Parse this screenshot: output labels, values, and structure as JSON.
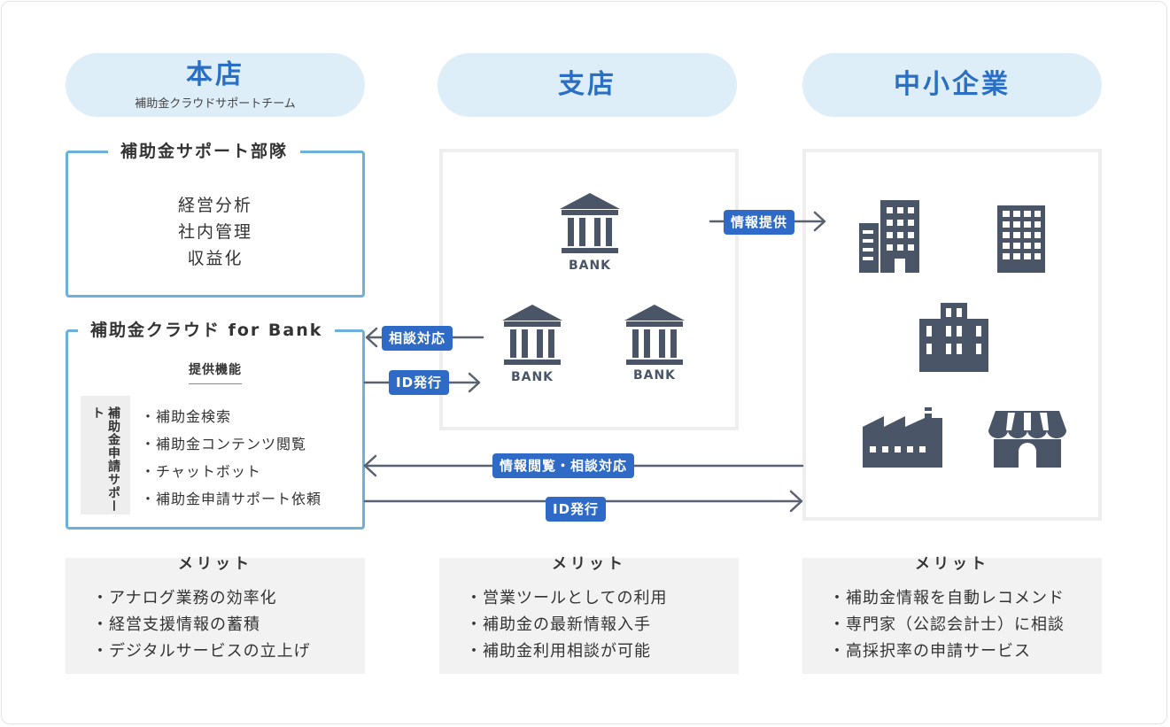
{
  "columns": {
    "honten": {
      "title": "本店",
      "subtitle": "補助金クラウドサポートチーム"
    },
    "shiten": {
      "title": "支店"
    },
    "chusho": {
      "title": "中小企業"
    }
  },
  "support_team": {
    "title": "補助金サポート部隊",
    "items": [
      "経営分析",
      "社内管理",
      "収益化"
    ]
  },
  "cloud": {
    "title": "補助金クラウド for Bank",
    "features_heading": "提供機能",
    "side_label": "補助金申請サポート",
    "features": [
      "補助金検索",
      "補助金コンテンツ閲覧",
      "チャットボット",
      "補助金申請サポート依頼"
    ]
  },
  "tags": {
    "info_provide": "情報提供",
    "consult": "相談対応",
    "id_issue_1": "ID発行",
    "view_consult": "情報閲覧・相談対応",
    "id_issue_2": "ID発行"
  },
  "bank_label": "BANK",
  "merits": {
    "heading": "メリット",
    "honten": [
      "アナログ業務の効率化",
      "経営支援情報の蓄積",
      "デジタルサービスの立上げ"
    ],
    "shiten": [
      "営業ツールとしての利用",
      "補助金の最新情報入手",
      "補助金利用相談が可能"
    ],
    "chusho": [
      "補助金情報を自動レコメンド",
      "専門家（公認会計士）に相談",
      "高採択率の申請サービス"
    ]
  },
  "colors": {
    "accent": "#2f6bc6",
    "pill_bg": "#deeef8",
    "box_border": "#6cb0dc",
    "icon": "#4a5668"
  }
}
